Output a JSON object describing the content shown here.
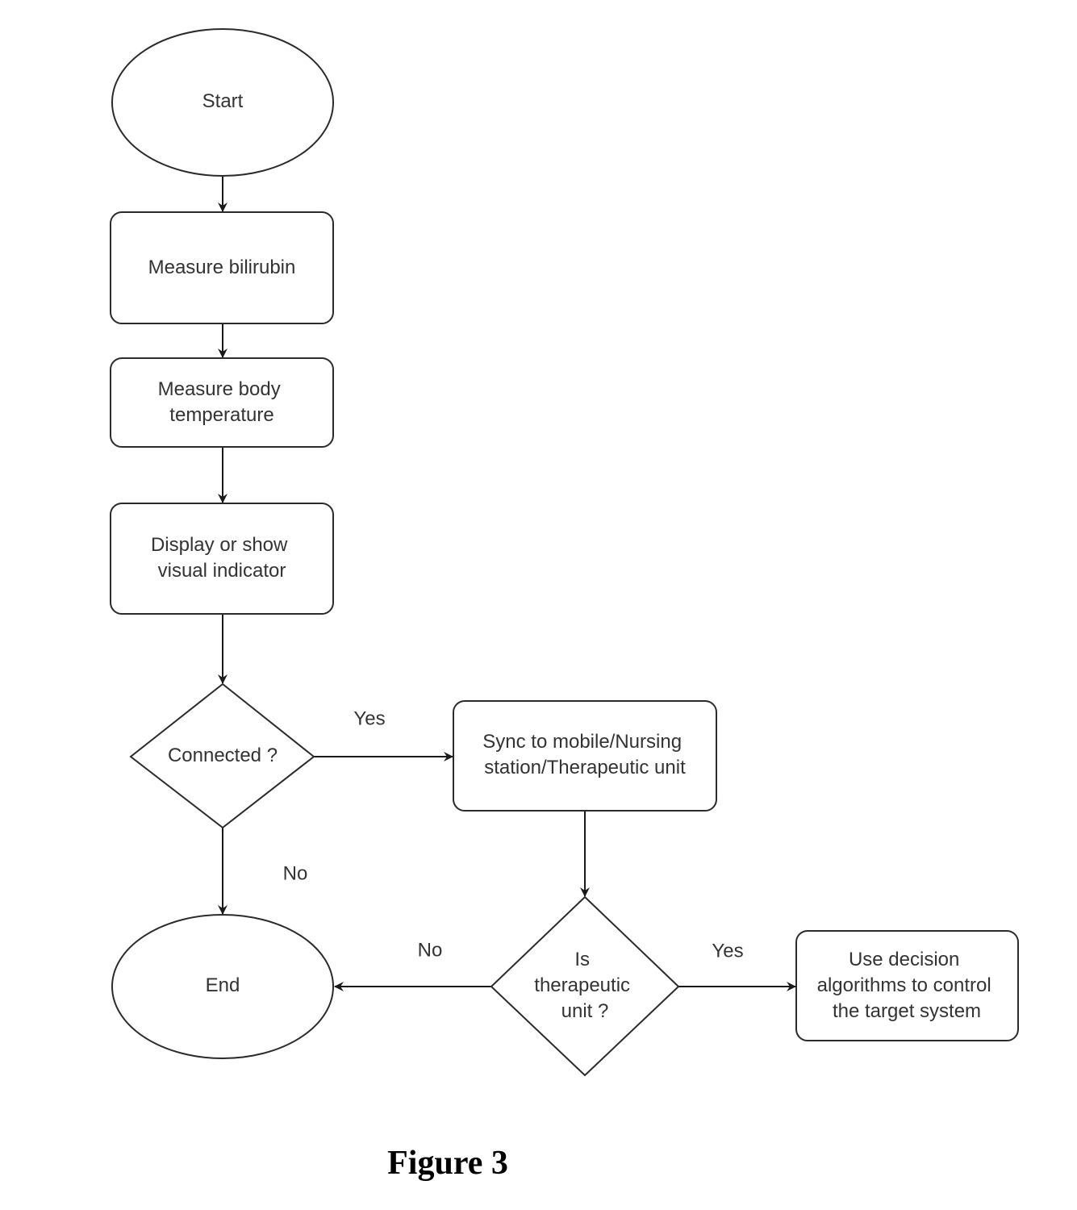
{
  "nodes": {
    "start": [
      "Start"
    ],
    "measure_bilirubin": [
      "Measure bilirubin"
    ],
    "measure_temp": [
      "Measure body",
      "temperature"
    ],
    "display": [
      "Display or show",
      "visual indicator"
    ],
    "connected": [
      "Connected ?"
    ],
    "sync": [
      "Sync to mobile/Nursing",
      "station/Therapeutic unit"
    ],
    "is_therapeutic": [
      "Is",
      "therapeutic",
      "unit ?"
    ],
    "use_decision": [
      "Use decision",
      "algorithms to control",
      "the target system"
    ],
    "end": [
      "End"
    ]
  },
  "edge_labels": {
    "connected_yes": "Yes",
    "connected_no": "No",
    "therapeutic_no": "No",
    "therapeutic_yes": "Yes"
  },
  "caption": "Figure 3"
}
